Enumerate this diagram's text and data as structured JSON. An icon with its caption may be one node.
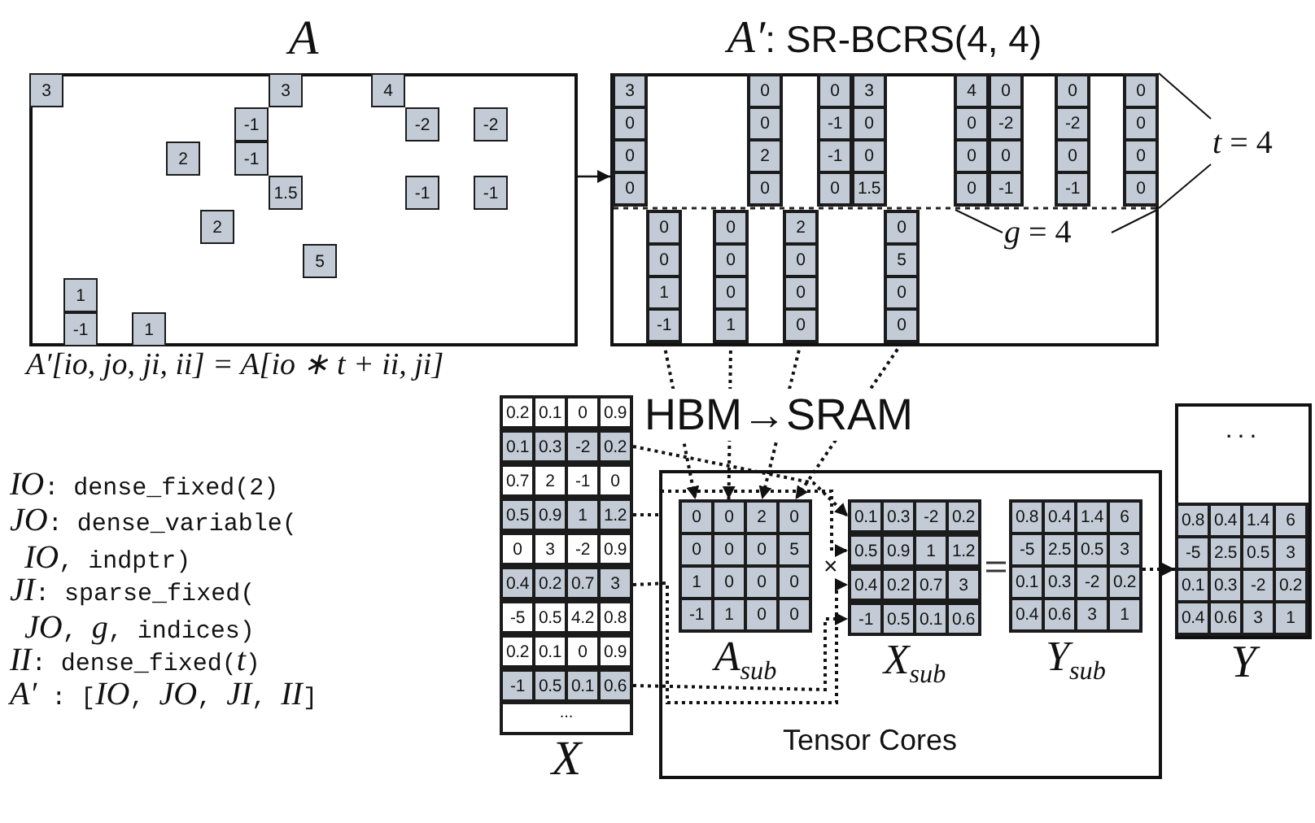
{
  "diagram": {
    "nodes": [
      {
        "text": [
          "A"
        ]
      },
      {
        "text": [
          "3"
        ],
        "in": 0
      },
      {
        "text": [
          "3"
        ],
        "in": 0
      },
      {
        "text": [
          "4"
        ],
        "in": 0
      },
      {
        "text": [
          "-1"
        ],
        "in": 0
      },
      {
        "text": [
          "-2"
        ],
        "in": 0
      },
      {
        "text": [
          "-2"
        ],
        "in": 0
      },
      {
        "text": [
          "2"
        ],
        "in": 0
      },
      {
        "text": [
          "-1"
        ],
        "in": 0
      },
      {
        "text": [
          "1.5"
        ],
        "in": 0
      },
      {
        "text": [
          "-1"
        ],
        "in": 0
      },
      {
        "text": [
          "-1"
        ],
        "in": 0
      },
      {
        "text": [
          "2"
        ],
        "in": 0
      },
      {
        "text": [
          "5"
        ],
        "in": 0
      },
      {
        "text": [
          "1"
        ],
        "in": 0
      },
      {
        "text": [
          "-1"
        ],
        "in": 0
      },
      {
        "text": [
          "1"
        ],
        "in": 0
      },
      {
        "text": [
          "*A′*: SR-BCRS(4, 4)"
        ]
      },
      {
        "text": [
          "3",
          "0",
          "0",
          "0"
        ],
        "in": 17
      },
      {
        "text": [
          "0",
          "0",
          "2",
          "0"
        ],
        "in": 17
      },
      {
        "text": [
          "0",
          "-1",
          "-1",
          "0"
        ],
        "in": 17
      },
      {
        "text": [
          "3",
          "0",
          "0",
          "1.5"
        ],
        "in": 17
      },
      {
        "text": [
          "4",
          "0",
          "0",
          "0"
        ],
        "in": 17
      },
      {
        "text": [
          "0",
          "-2",
          "0",
          "-1"
        ],
        "in": 17
      },
      {
        "text": [
          "0",
          "-2",
          "0",
          "-1"
        ],
        "in": 17
      },
      {
        "text": [
          "0",
          "0",
          "0",
          "0"
        ],
        "in": 17
      },
      {
        "text": [
          "0",
          "0",
          "1",
          "-1"
        ],
        "in": 17
      },
      {
        "text": [
          "0",
          "0",
          "0",
          "1"
        ],
        "in": 17
      },
      {
        "text": [
          "2",
          "0",
          "0",
          "0"
        ],
        "in": 17
      },
      {
        "text": [
          "0",
          "5",
          "0",
          "0"
        ],
        "in": 17
      },
      {
        "text": [
          "X"
        ]
      },
      {
        "text": [
          "0.2",
          "0.1",
          "0",
          "0.9"
        ],
        "in": 30
      },
      {
        "text": [
          "0.1",
          "0.3",
          "-2",
          "0.2"
        ],
        "in": 30
      },
      {
        "text": [
          "0.7",
          "2",
          "-1",
          "0"
        ],
        "in": 30
      },
      {
        "text": [
          "0.5",
          "0.9",
          "1",
          "1.2"
        ],
        "in": 30
      },
      {
        "text": [
          "0",
          "3",
          "-2",
          "0.9"
        ],
        "in": 30
      },
      {
        "text": [
          "0.4",
          "0.2",
          "0.7",
          "3"
        ],
        "in": 30
      },
      {
        "text": [
          "-5",
          "0.5",
          "4.2",
          "0.8"
        ],
        "in": 30
      },
      {
        "text": [
          "0.2",
          "0.1",
          "0",
          "0.9"
        ],
        "in": 30
      },
      {
        "text": [
          "-1",
          "0.5",
          "0.1",
          "0.6"
        ],
        "in": 30
      },
      {
        "text": [
          "..."
        ],
        "in": 30
      },
      {
        "text": [
          "Tensor Cores"
        ]
      },
      {
        "text": [
          "A$_{sub}$",
          "0",
          "0",
          "2",
          "0",
          "0",
          "0",
          "0",
          "5",
          "1",
          "0",
          "0",
          "0",
          "-1",
          "1",
          "0",
          "0"
        ],
        "in": 41
      },
      {
        "text": [
          "X$_{sub}$"
        ],
        "in": 41
      },
      {
        "text": [
          "0.1",
          "0.3",
          "-2",
          "0.2"
        ],
        "in": 43
      },
      {
        "text": [
          "0.5",
          "0.9",
          "1",
          "1.2"
        ],
        "in": 43
      },
      {
        "text": [
          "0.4",
          "0.2",
          "0.7",
          "3"
        ],
        "in": 43
      },
      {
        "text": [
          "-1",
          "0.5",
          "0.1",
          "0.6"
        ],
        "in": 43
      },
      {
        "text": [
          "Y$_{sub}$",
          "0.8",
          "0.4",
          "1.4",
          "6",
          "-5",
          "2.5",
          "0.5",
          "3",
          "0.1",
          "0.3",
          "-2",
          "0.2",
          "0.4",
          "0.6",
          "3",
          "1"
        ],
        "in": 41
      },
      {
        "text": [
          "...",
          "Y"
        ]
      },
      {
        "text": [
          "0.8",
          "0.4",
          "1.4",
          "6",
          "-5",
          "2.5",
          "0.5",
          "3",
          "0.1",
          "0.3",
          "-2",
          "0.2",
          "0.4",
          "0.6",
          "3",
          "1"
        ],
        "in": 49
      }
    ],
    "edges": [
      {
        "from": 0,
        "to": 17,
        "arrow": "to"
      },
      {
        "from": 26,
        "to": 42,
        "arrow": "to",
        "style": "dashed"
      },
      {
        "from": 27,
        "to": 42,
        "arrow": "to",
        "style": "dashed"
      },
      {
        "from": 28,
        "to": 42,
        "arrow": "to",
        "style": "dashed"
      },
      {
        "from": 29,
        "to": 42,
        "arrow": "to",
        "style": "dashed"
      },
      {
        "from": 32,
        "to": 44,
        "arrow": "to",
        "style": "dashed"
      },
      {
        "from": 34,
        "to": 45,
        "arrow": "to",
        "style": "dashed"
      },
      {
        "from": 36,
        "to": 46,
        "arrow": "to",
        "style": "dashed"
      },
      {
        "from": 39,
        "to": 47,
        "arrow": "to",
        "style": "dashed"
      },
      {
        "from": 48,
        "to": 50,
        "arrow": "to",
        "style": "dashed"
      }
    ],
    "labels": [
      "*t* = 4",
      "*g* = 4",
      "A′[io, jo, ji, ii] = A[io ∗ t + ii, ji]",
      "HBM→SRAM",
      "*IO*: dense_fixed(2)",
      "*JO*: dense_variable( *IO*, indptr)",
      "*JI*: sparse_fixed( *JO*, *g*, indices)",
      "*II*: dense_fixed(*t*)",
      "*A′* : [*IO*, *JO*, *JI*, *II*]",
      "×"
    ]
  }
}
